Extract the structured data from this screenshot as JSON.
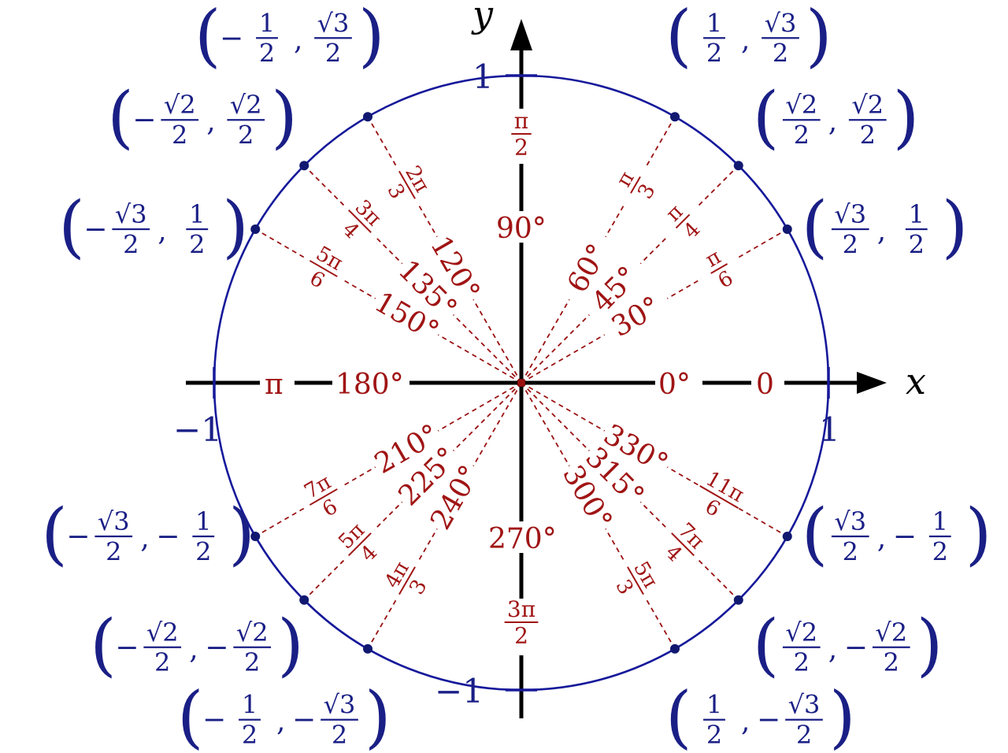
{
  "axes": {
    "x_label": "x",
    "y_label": "y",
    "pos_one": "1",
    "neg_one": "−1"
  },
  "colors": {
    "circle": "#16199a",
    "degrees": "#a01414",
    "coordinates": "#1a1f86",
    "axes": "#000000"
  },
  "angles": [
    {
      "deg": 0,
      "deg_label": "0°",
      "rad": "0"
    },
    {
      "deg": 30,
      "deg_label": "30°",
      "rad_num": "π",
      "rad_den": "6",
      "cx_num": "√3",
      "cx_den": "2",
      "cx_sign": "",
      "cy_num": "1",
      "cy_den": "2",
      "cy_sign": ""
    },
    {
      "deg": 45,
      "deg_label": "45°",
      "rad_num": "π",
      "rad_den": "4",
      "cx_num": "√2",
      "cx_den": "2",
      "cx_sign": "",
      "cy_num": "√2",
      "cy_den": "2",
      "cy_sign": ""
    },
    {
      "deg": 60,
      "deg_label": "60°",
      "rad_num": "π",
      "rad_den": "3",
      "cx_num": "1",
      "cx_den": "2",
      "cx_sign": "",
      "cy_num": "√3",
      "cy_den": "2",
      "cy_sign": ""
    },
    {
      "deg": 90,
      "deg_label": "90°",
      "rad_num": "π",
      "rad_den": "2"
    },
    {
      "deg": 120,
      "deg_label": "120°",
      "rad_num": "2π",
      "rad_den": "3",
      "cx_num": "1",
      "cx_den": "2",
      "cx_sign": "−",
      "cy_num": "√3",
      "cy_den": "2",
      "cy_sign": ""
    },
    {
      "deg": 135,
      "deg_label": "135°",
      "rad_num": "3π",
      "rad_den": "4",
      "cx_num": "√2",
      "cx_den": "2",
      "cx_sign": "−",
      "cy_num": "√2",
      "cy_den": "2",
      "cy_sign": ""
    },
    {
      "deg": 150,
      "deg_label": "150°",
      "rad_num": "5π",
      "rad_den": "6",
      "cx_num": "√3",
      "cx_den": "2",
      "cx_sign": "−",
      "cy_num": "1",
      "cy_den": "2",
      "cy_sign": ""
    },
    {
      "deg": 180,
      "deg_label": "180°",
      "rad": "π"
    },
    {
      "deg": 210,
      "deg_label": "210°",
      "rad_num": "7π",
      "rad_den": "6",
      "cx_num": "√3",
      "cx_den": "2",
      "cx_sign": "−",
      "cy_num": "1",
      "cy_den": "2",
      "cy_sign": "−"
    },
    {
      "deg": 225,
      "deg_label": "225°",
      "rad_num": "5π",
      "rad_den": "4",
      "cx_num": "√2",
      "cx_den": "2",
      "cx_sign": "−",
      "cy_num": "√2",
      "cy_den": "2",
      "cy_sign": "−"
    },
    {
      "deg": 240,
      "deg_label": "240°",
      "rad_num": "4π",
      "rad_den": "3",
      "cx_num": "1",
      "cx_den": "2",
      "cx_sign": "−",
      "cy_num": "√3",
      "cy_den": "2",
      "cy_sign": "−"
    },
    {
      "deg": 270,
      "deg_label": "270°",
      "rad_num": "3π",
      "rad_den": "2"
    },
    {
      "deg": 300,
      "deg_label": "300°",
      "rad_num": "5π",
      "rad_den": "3",
      "cx_num": "1",
      "cx_den": "2",
      "cx_sign": "",
      "cy_num": "√3",
      "cy_den": "2",
      "cy_sign": "−"
    },
    {
      "deg": 315,
      "deg_label": "315°",
      "rad_num": "7π",
      "rad_den": "4",
      "cx_num": "√2",
      "cx_den": "2",
      "cx_sign": "",
      "cy_num": "√2",
      "cy_den": "2",
      "cy_sign": "−"
    },
    {
      "deg": 330,
      "deg_label": "330°",
      "rad_num": "11π",
      "rad_den": "6",
      "cx_num": "√3",
      "cx_den": "2",
      "cx_sign": "",
      "cy_num": "1",
      "cy_den": "2",
      "cy_sign": "−"
    }
  ]
}
